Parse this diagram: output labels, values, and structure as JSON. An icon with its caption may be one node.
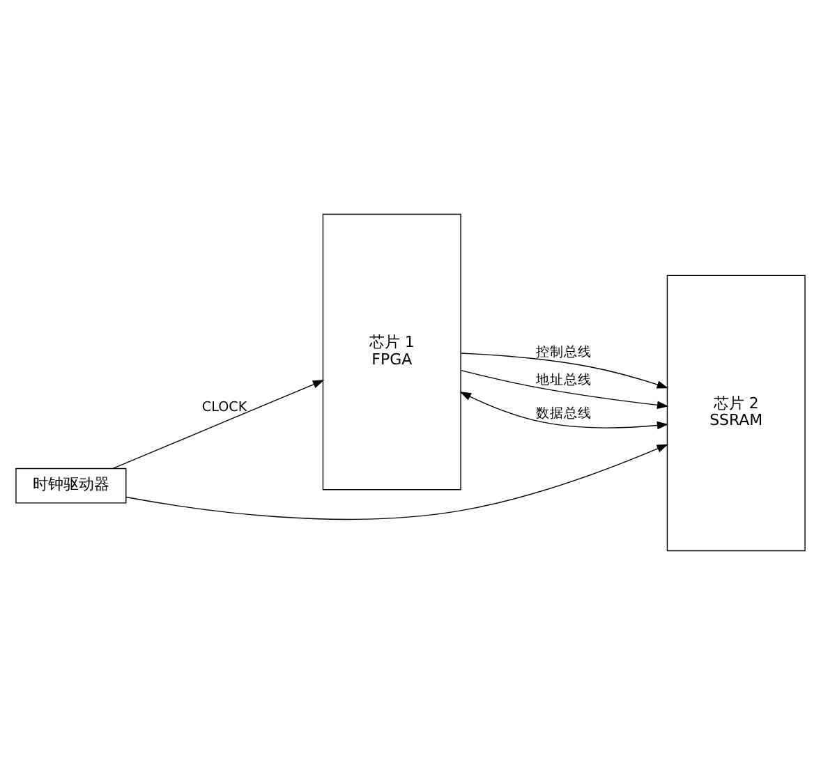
{
  "diagram": {
    "nodes": [
      {
        "text": [
          "芯片 1",
          "FPGA"
        ]
      },
      {
        "text": [
          "芯片 2",
          "SSRAM"
        ]
      },
      {
        "text": [
          "时钟驱动器"
        ]
      }
    ],
    "edges": [
      {
        "from": 0,
        "to": 1,
        "arrow": "to",
        "label": "控制总线"
      },
      {
        "from": 0,
        "to": 1,
        "arrow": "to",
        "label": "地址总线"
      },
      {
        "from": 0,
        "to": 1,
        "arrow": "both",
        "label": "数据总线"
      },
      {
        "from": 2,
        "to": 0,
        "arrow": "to",
        "label": "CLOCK"
      },
      {
        "from": 2,
        "to": 1,
        "arrow": "to"
      }
    ]
  }
}
